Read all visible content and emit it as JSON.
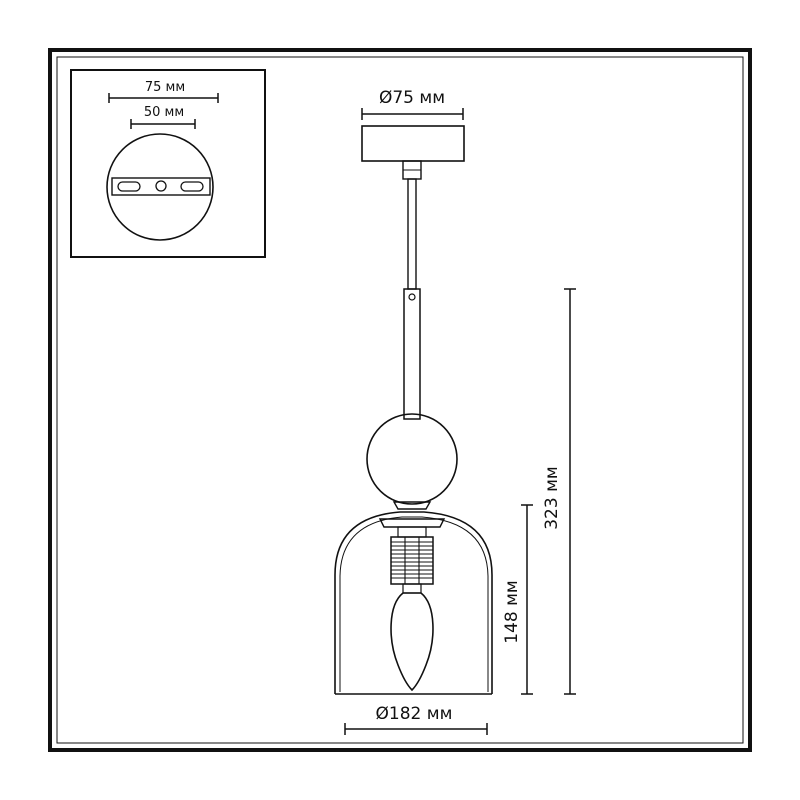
{
  "inset": {
    "outer_width_label": "75 мм",
    "hole_spacing_label": "50 мм"
  },
  "dimensions": {
    "canopy_diameter_label": "Ø75 мм",
    "shade_diameter_label": "Ø182 мм",
    "total_height_label": "323 мм",
    "shade_height_label": "148 мм"
  },
  "colors": {
    "line": "#111111",
    "background": "#ffffff"
  }
}
